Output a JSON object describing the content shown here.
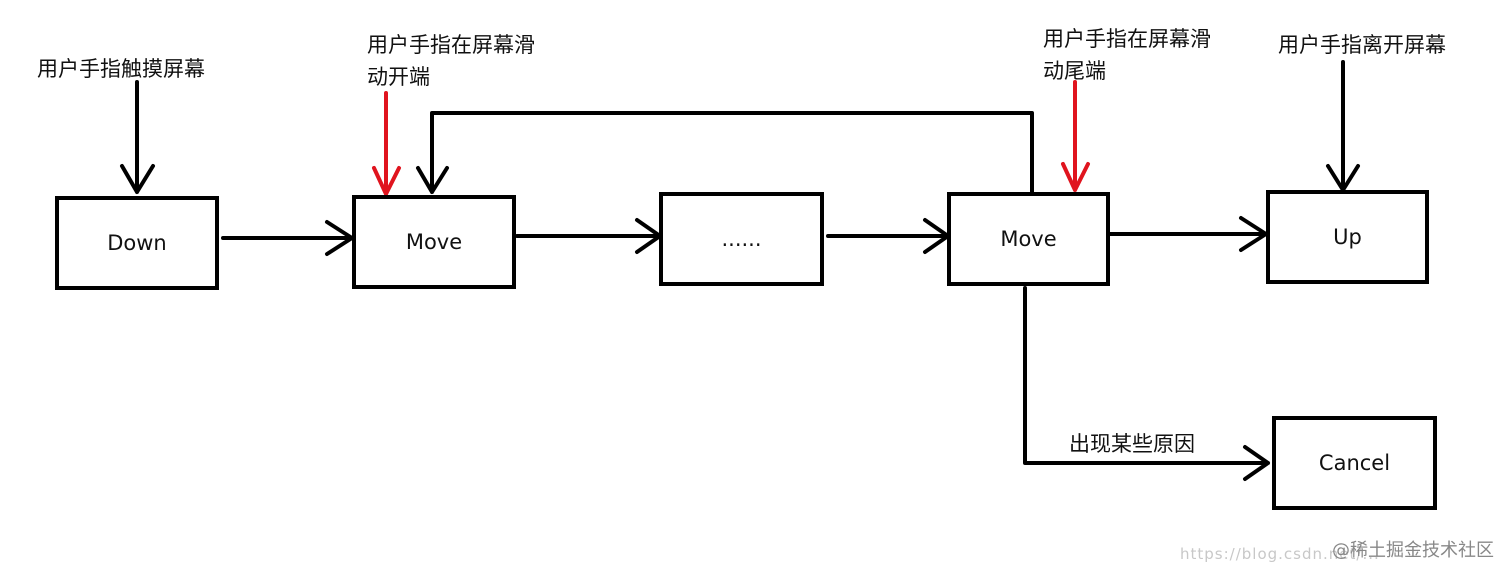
{
  "nodes": {
    "down": "Down",
    "move_start": "Move",
    "ellipsis": "......",
    "move_end": "Move",
    "up": "Up",
    "cancel": "Cancel"
  },
  "labels": {
    "touch_screen": "用户手指触摸屏幕",
    "slide_start_line1": "用户手指在屏幕滑",
    "slide_start_line2": "动开端",
    "slide_end_line1": "用户手指在屏幕滑",
    "slide_end_line2": "动尾端",
    "leave_screen": "用户手指离开屏幕",
    "some_reason": "出现某些原因"
  },
  "watermark": {
    "brand": "@稀土掘金技术社区",
    "url": "https://blog.csdn.net/..."
  },
  "colors": {
    "line": "#000000",
    "highlight": "#e0141e"
  }
}
